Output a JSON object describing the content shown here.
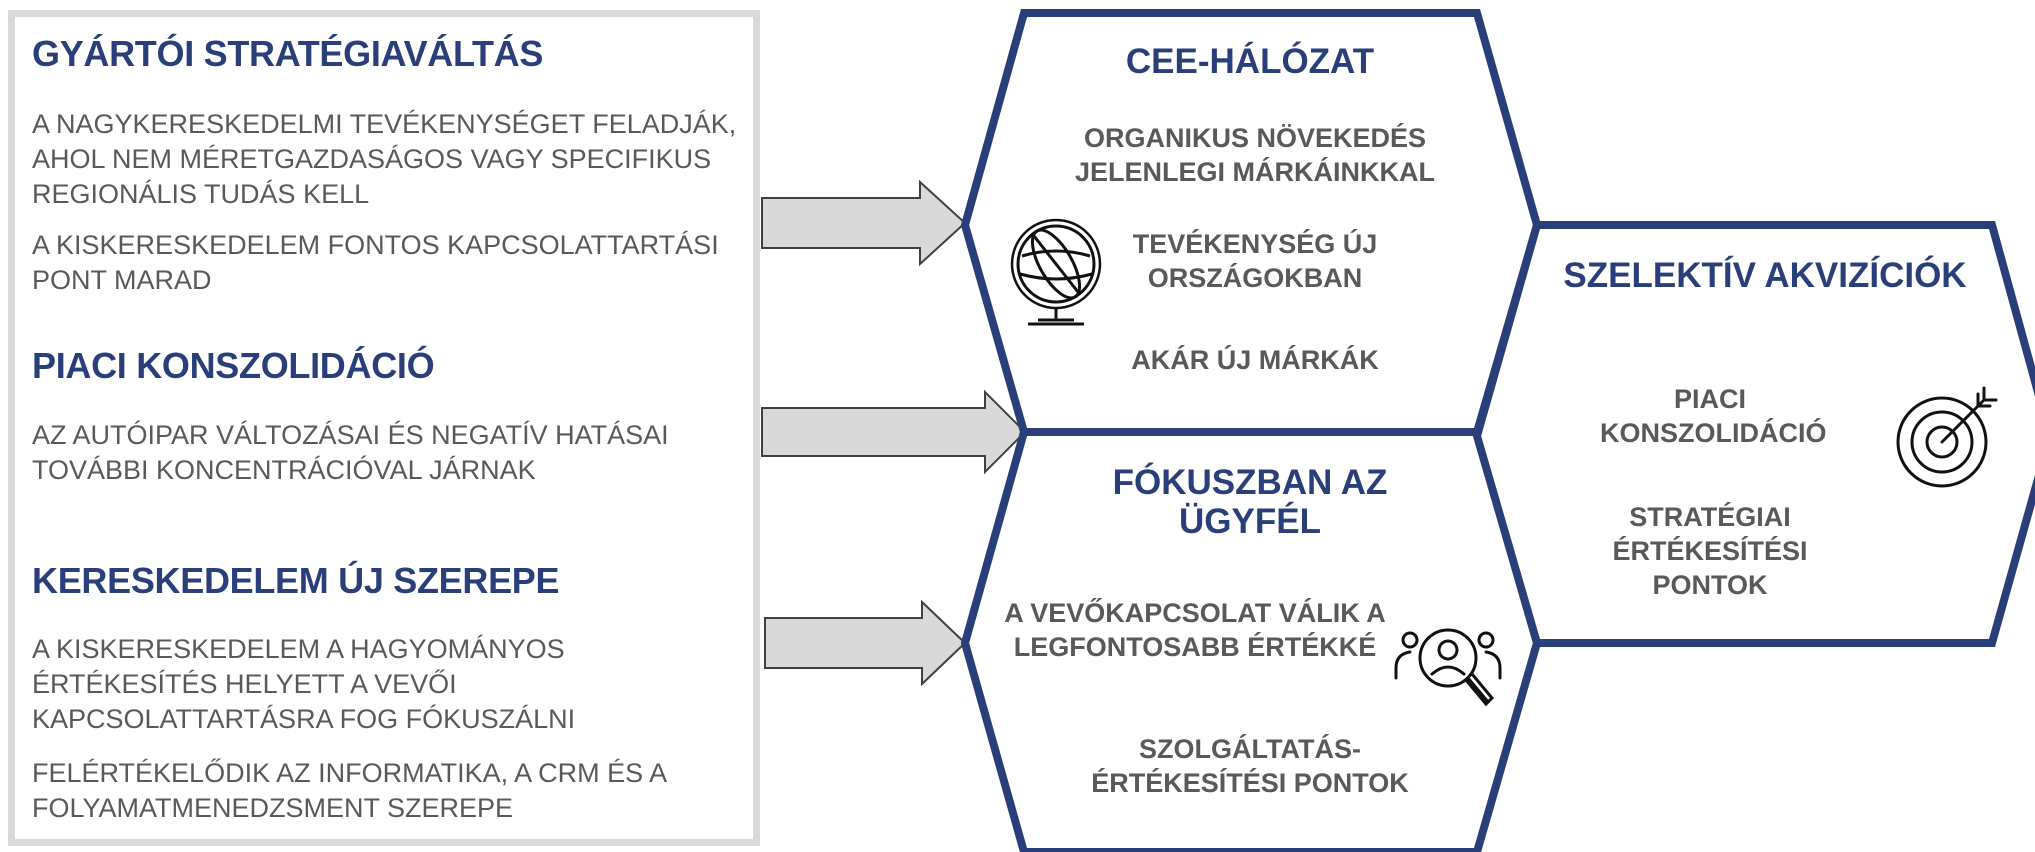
{
  "left": {
    "sections": [
      {
        "title": "GYÁRTÓI STRATÉGIAVÁLTÁS",
        "paragraphs": [
          "A NAGYKERESKEDELMI TEVÉKENYSÉGET FELADJÁK, AHOL NEM MÉRETGAZDASÁGOS VAGY SPECIFIKUS REGIONÁLIS TUDÁS KELL",
          "A KISKERESKEDELEM FONTOS KAPCSOLATTARTÁSI PONT MARAD"
        ]
      },
      {
        "title": "PIACI KONSZOLIDÁCIÓ",
        "paragraphs": [
          "AZ AUTÓIPAR VÁLTOZÁSAI ÉS NEGATÍV HATÁSAI TOVÁBBI KONCENTRÁCIÓVAL JÁRNAK"
        ]
      },
      {
        "title": "KERESKEDELEM ÚJ SZEREPE",
        "paragraphs": [
          "A KISKERESKEDELEM A HAGYOMÁNYOS ÉRTÉKESÍTÉS HELYETT A VEVŐI KAPCSOLATTARTÁSRA FOG FÓKUSZÁLNI",
          "FELÉRTÉKELŐDIK AZ INFORMATIKA, A CRM ÉS A FOLYAMATMENEDZSMENT SZEREPE"
        ]
      }
    ]
  },
  "hexes": {
    "cee": {
      "title": "CEE-HÁLÓZAT",
      "items": [
        "ORGANIKUS NÖVEKEDÉS JELENLEGI MÁRKÁINKKAL",
        "TEVÉKENYSÉG ÚJ ORSZÁGOKBAN",
        "AKÁR ÚJ MÁRKÁK"
      ],
      "icon": "globe-icon"
    },
    "focus": {
      "title": "FÓKUSZBAN AZ ÜGYFÉL",
      "items": [
        "A VEVŐKAPCSOLAT VÁLIK A LEGFONTOSABB ÉRTÉKKÉ",
        "SZOLGÁLTATÁS-ÉRTÉKESÍTÉSI PONTOK"
      ],
      "icon": "customer-search-icon"
    },
    "acq": {
      "title": "SZELEKTÍV AKVIZÍCIÓK",
      "items": [
        "PIACI KONSZOLIDÁCIÓ",
        "STRATÉGIAI ÉRTÉKESÍTÉSI PONTOK"
      ],
      "icon": "target-icon"
    }
  },
  "colors": {
    "accent": "#2a3f7a",
    "text": "#595959",
    "arrow_fill": "#d9d9d9",
    "panel_border": "#d9d9d9"
  }
}
